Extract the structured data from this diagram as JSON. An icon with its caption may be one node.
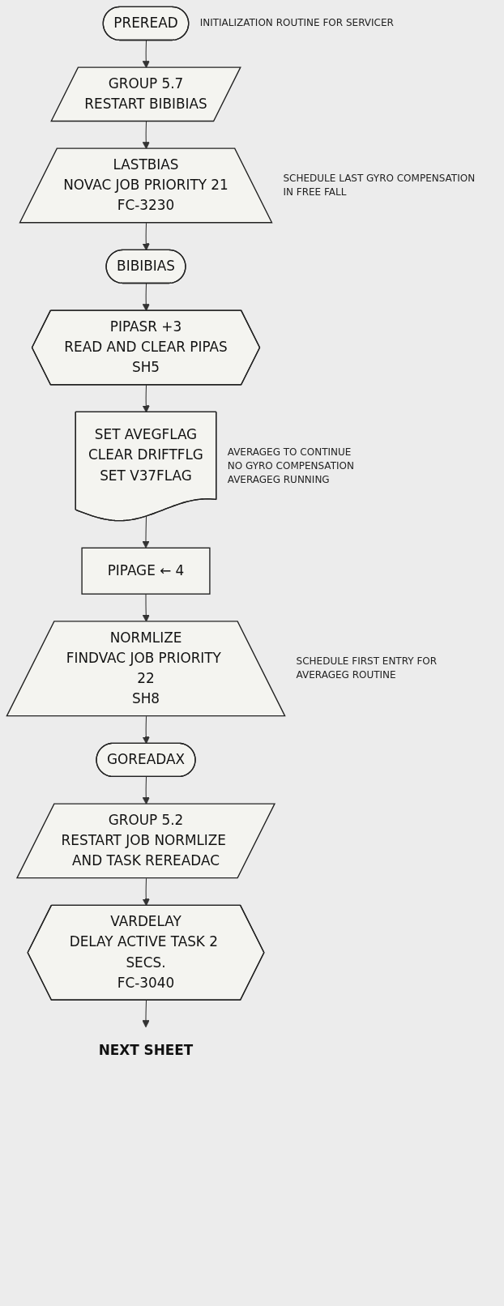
{
  "diagram": {
    "nodes": [
      {
        "text": [
          "PREREAD"
        ],
        "beside": [
          "INITIALIZATION ROUTINE FOR SERVICER"
        ]
      },
      {
        "text": [
          "GROUP 5.7",
          "RESTART BIBIBIAS"
        ]
      },
      {
        "text": [
          "LASTBIAS",
          "NOVAC JOB PRIORITY 21",
          "FC-3230"
        ],
        "beside": [
          "SCHEDULE LAST GYRO COMPENSATION IN FREE FALL"
        ]
      },
      {
        "text": [
          "BIBIBIAS"
        ]
      },
      {
        "text": [
          "PIPASR +3",
          "READ AND CLEAR PIPAS",
          "SH5"
        ]
      },
      {
        "text": [
          "SET AVEGFLAG",
          "CLEAR DRIFTFLG",
          "SET V37FLAG"
        ],
        "beside": [
          "AVERAGEG TO CONTINUE",
          "NO GYRO COMPENSATION",
          "AVERAGEG RUNNING"
        ]
      },
      {
        "text": [
          "PIPAGE ← 4"
        ]
      },
      {
        "text": [
          "NORMLIZE",
          "FINDVAC JOB PRIORITY 22",
          "SH8"
        ],
        "beside": [
          "SCHEDULE FIRST ENTRY FOR AVERAGEG ROUTINE"
        ]
      },
      {
        "text": [
          "GOREADAX"
        ]
      },
      {
        "text": [
          "GROUP 5.2",
          "RESTART JOB NORMLIZE AND TASK REREADAC"
        ]
      },
      {
        "text": [
          "VARDELAY",
          "DELAY ACTIVE TASK 2 SECS.",
          "FC-3040"
        ]
      },
      {
        "text": [
          "NEXT SHEET"
        ]
      }
    ],
    "edges": [
      {
        "from": 0,
        "to": 1,
        "arrow": "to"
      },
      {
        "from": 1,
        "to": 2,
        "arrow": "to"
      },
      {
        "from": 2,
        "to": 3,
        "arrow": "to"
      },
      {
        "from": 3,
        "to": 4,
        "arrow": "to"
      },
      {
        "from": 4,
        "to": 5,
        "arrow": "to"
      },
      {
        "from": 5,
        "to": 6,
        "arrow": "to"
      },
      {
        "from": 6,
        "to": 7,
        "arrow": "to"
      },
      {
        "from": 7,
        "to": 8,
        "arrow": "to"
      },
      {
        "from": 8,
        "to": 9,
        "arrow": "to"
      },
      {
        "from": 9,
        "to": 10,
        "arrow": "to"
      },
      {
        "from": 10,
        "to": 11,
        "arrow": "to"
      }
    ]
  }
}
